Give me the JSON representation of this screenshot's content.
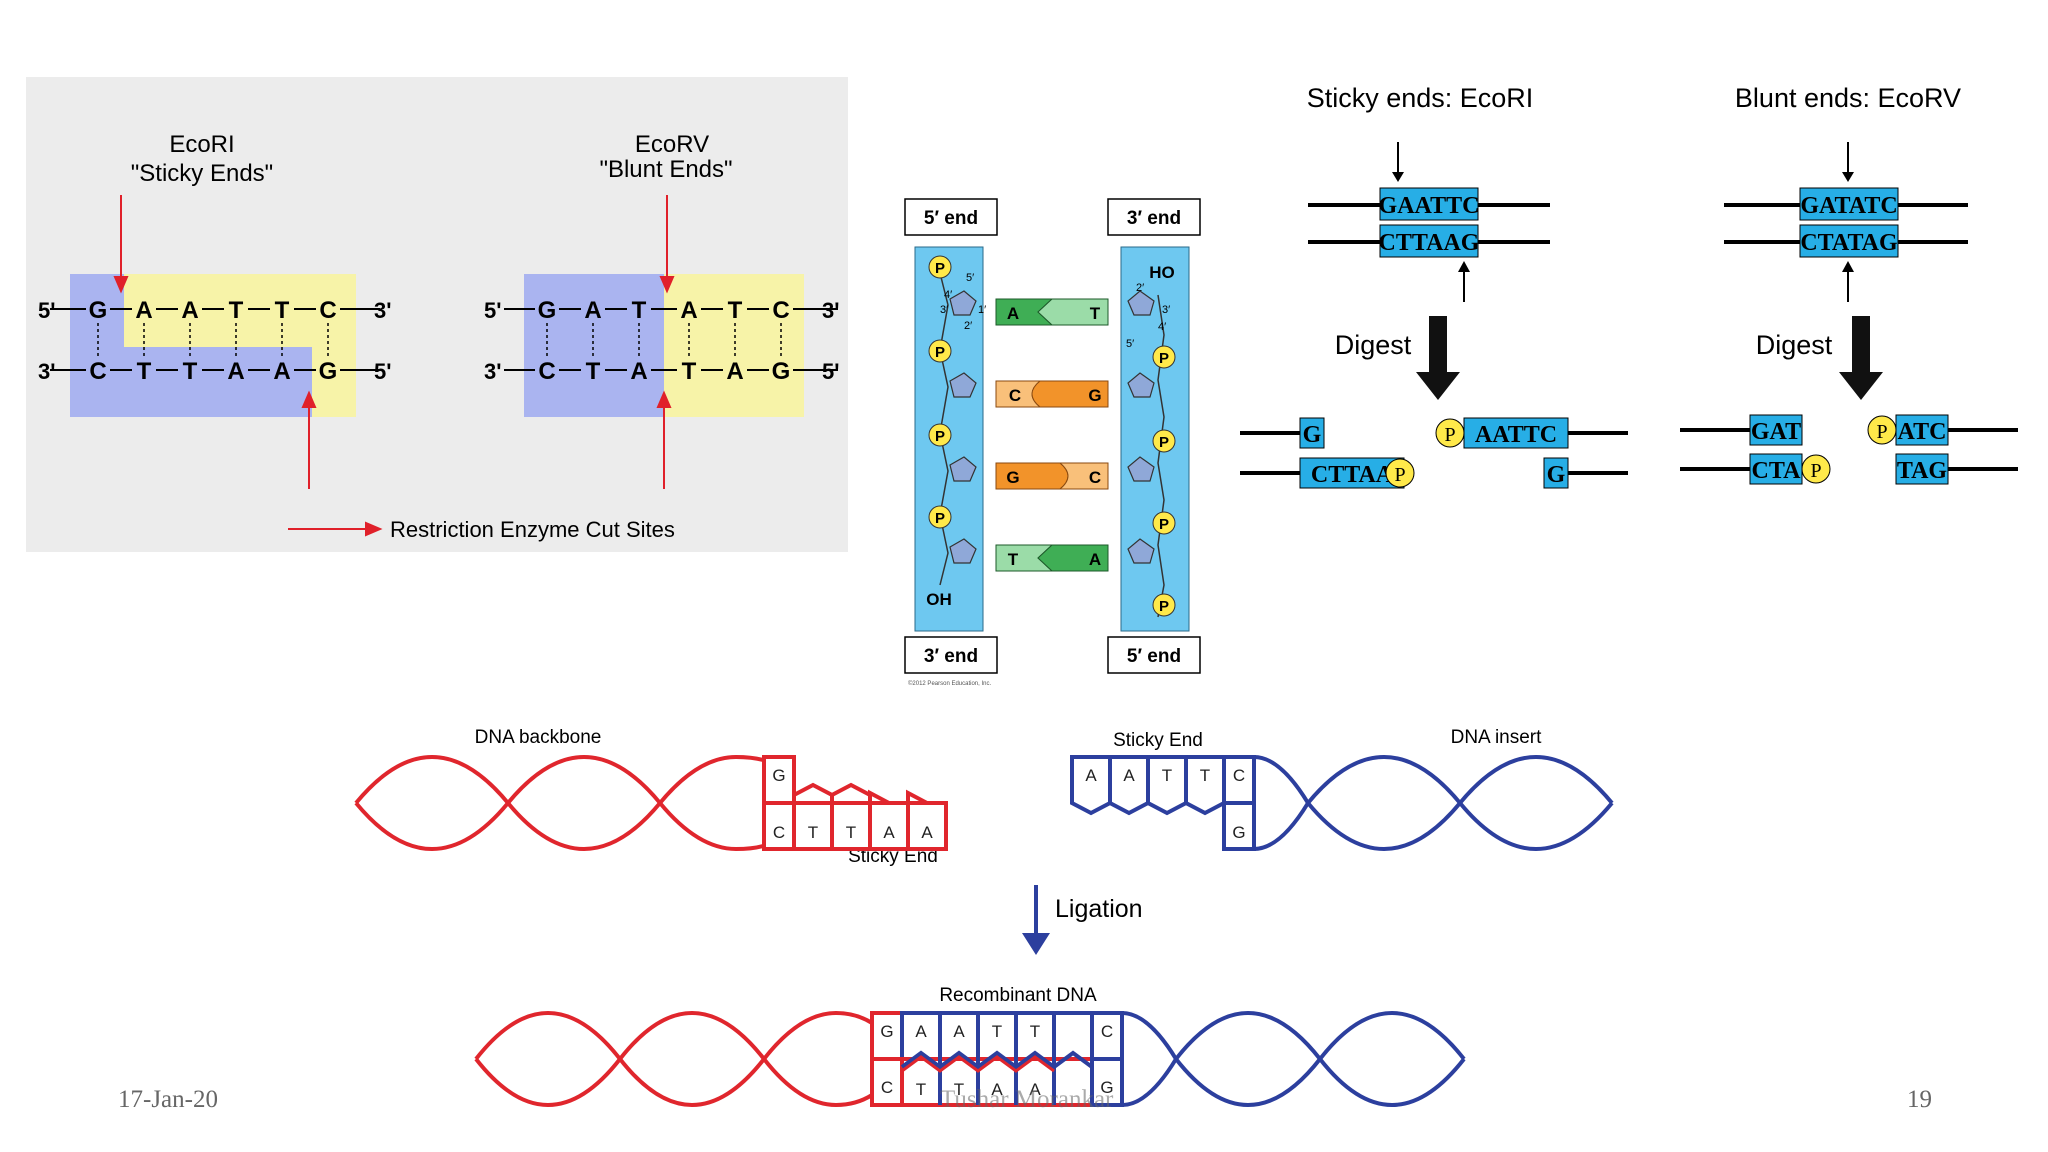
{
  "panel_a": {
    "ecori_name": "EcoRI",
    "ecori_desc": "\"Sticky Ends\"",
    "ecorv_name": "EcoRV",
    "ecorv_desc": "\"Blunt Ends\"",
    "ecori_top": [
      "G",
      "A",
      "A",
      "T",
      "T",
      "C"
    ],
    "ecori_bottom": [
      "C",
      "T",
      "T",
      "A",
      "A",
      "G"
    ],
    "ecorv_top": [
      "G",
      "A",
      "T",
      "A",
      "T",
      "C"
    ],
    "ecorv_bottom": [
      "C",
      "T",
      "A",
      "T",
      "A",
      "G"
    ],
    "end5": "5'",
    "end3": "3'",
    "legend": "Restriction Enzyme Cut Sites",
    "colors": {
      "blue": "#aab4f0",
      "yellow": "#f7f3a8",
      "panel_bg": "#ececec",
      "arrow": "#e0202a"
    }
  },
  "panel_b": {
    "top_left": "5′ end",
    "top_right": "3′ end",
    "bottom_left": "3′ end",
    "bottom_right": "5′ end",
    "ho": "HO",
    "oh": "OH",
    "p": "P",
    "pairs": [
      {
        "left": "A",
        "right": "T"
      },
      {
        "left": "C",
        "right": "G"
      },
      {
        "left": "G",
        "right": "C"
      },
      {
        "left": "T",
        "right": "A"
      }
    ],
    "carbons": [
      "5′",
      "4′",
      "3′",
      "1′",
      "2′"
    ],
    "copyright": "©2012 Pearson Education, Inc.",
    "colors": {
      "backbone": "#6ec8f0",
      "green": "#3fae55",
      "orange": "#f2932a",
      "phosphate": "#ffe94a"
    }
  },
  "panel_c": {
    "sticky_title": "Sticky ends: EcoRI",
    "blunt_title": "Blunt ends: EcoRV",
    "sticky_top": "GAATTC",
    "sticky_bottom": "CTTAAG",
    "blunt_top": "GATATC",
    "blunt_bottom": "CTATAG",
    "digest": "Digest",
    "sticky_frag_left_top": "G",
    "sticky_frag_left_bottom": "CTTAA",
    "sticky_frag_right_top": "AATTC",
    "sticky_frag_right_bottom": "G",
    "blunt_frag_left_top": "GAT",
    "blunt_frag_left_bottom": "CTA",
    "blunt_frag_right_top": "ATC",
    "blunt_frag_right_bottom": "TAG",
    "p": "P",
    "colors": {
      "box": "#27aee6",
      "phosphate": "#ffe94a"
    }
  },
  "panel_d": {
    "backbone_label": "DNA backbone",
    "sticky_end_label": "Sticky End",
    "insert_label": "DNA insert",
    "ligation_label": "Ligation",
    "recombinant_label": "Recombinant DNA",
    "red_top": [
      "G"
    ],
    "red_bottom": [
      "C",
      "T",
      "T",
      "A",
      "A"
    ],
    "blue_top": [
      "A",
      "A",
      "T",
      "T",
      "C"
    ],
    "blue_bottom": [
      "G"
    ],
    "rec_top": [
      "G",
      "A",
      "A",
      "T",
      "T",
      "C"
    ],
    "rec_bottom": [
      "C",
      "T",
      "T",
      "A",
      "A",
      "G"
    ],
    "colors": {
      "red": "#e0262d",
      "blue": "#2c3f9e"
    }
  },
  "footer": {
    "date": "17-Jan-20",
    "author": "Tushar Morankar",
    "page": "19"
  }
}
